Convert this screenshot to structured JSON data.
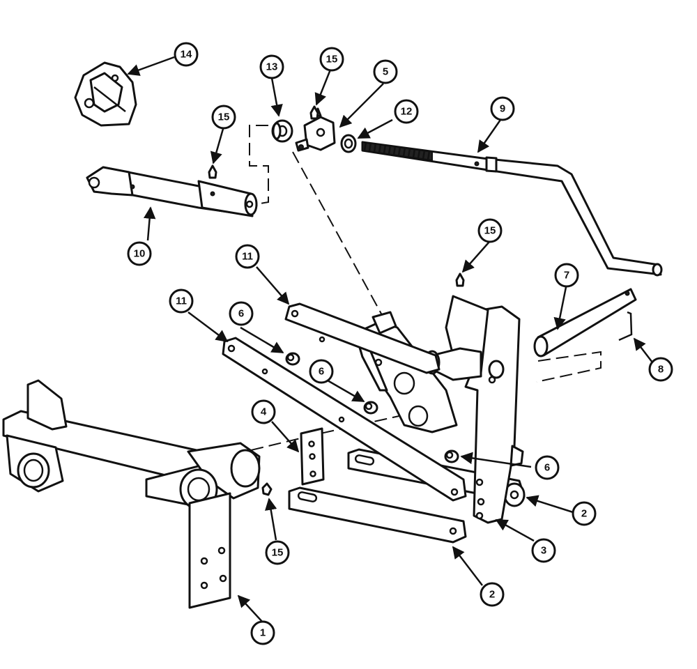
{
  "callouts": [
    {
      "id": "c1",
      "label": "1"
    },
    {
      "id": "c2a",
      "label": "2"
    },
    {
      "id": "c2b",
      "label": "2"
    },
    {
      "id": "c3",
      "label": "3"
    },
    {
      "id": "c4",
      "label": "4"
    },
    {
      "id": "c5",
      "label": "5"
    },
    {
      "id": "c6a",
      "label": "6"
    },
    {
      "id": "c6b",
      "label": "6"
    },
    {
      "id": "c6c",
      "label": "6"
    },
    {
      "id": "c7",
      "label": "7"
    },
    {
      "id": "c8",
      "label": "8"
    },
    {
      "id": "c9",
      "label": "9"
    },
    {
      "id": "c10",
      "label": "10"
    },
    {
      "id": "c11a",
      "label": "11"
    },
    {
      "id": "c11b",
      "label": "11"
    },
    {
      "id": "c12",
      "label": "12"
    },
    {
      "id": "c13",
      "label": "13"
    },
    {
      "id": "c14",
      "label": "14"
    },
    {
      "id": "c15a",
      "label": "15"
    },
    {
      "id": "c15b",
      "label": "15"
    },
    {
      "id": "c15c",
      "label": "15"
    },
    {
      "id": "c15d",
      "label": "15"
    }
  ]
}
